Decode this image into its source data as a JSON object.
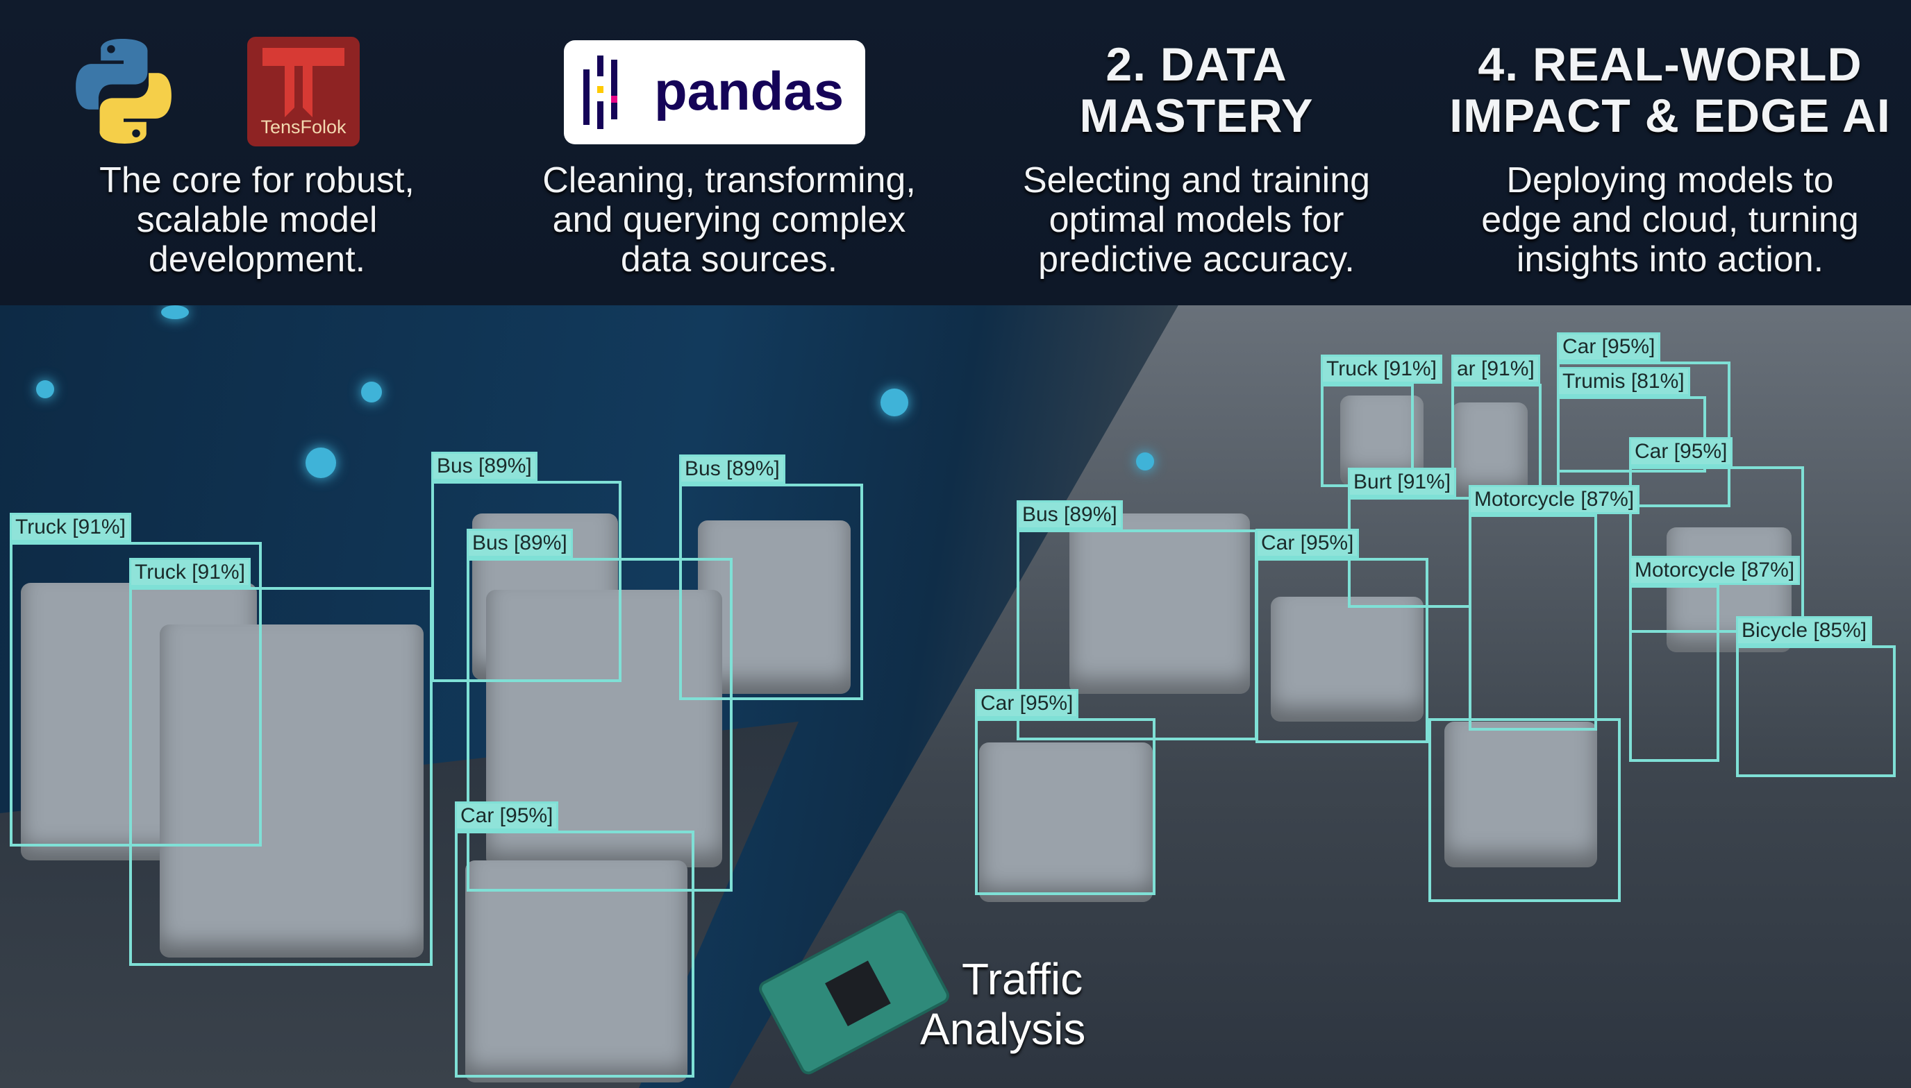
{
  "header": {
    "columns": [
      {
        "logos": [
          "python-logo",
          "tensorflow-logo"
        ],
        "logo_text": "TensFolok",
        "description": [
          "The core for robust,",
          "scalable model",
          "development."
        ]
      },
      {
        "logos": [
          "pandas-logo"
        ],
        "logo_text": "pandas",
        "description": [
          "Cleaning, transforming,",
          "and querying complex",
          "data sources."
        ]
      },
      {
        "title": [
          "2. DATA",
          "MASTERY"
        ],
        "description": [
          "Selecting and training",
          "optimal models for",
          "predictive accuracy."
        ]
      },
      {
        "title": [
          "4. REAL-WORLD",
          "IMPACT & EDGE AI"
        ],
        "description": [
          "Deploying models to",
          "edge and cloud, turning",
          "insights into action."
        ]
      }
    ]
  },
  "detections": [
    {
      "label": "Truck [91%]"
    },
    {
      "label": "Truck [91%]"
    },
    {
      "label": "Bus [89%]"
    },
    {
      "label": "Bus [89%]"
    },
    {
      "label": "Bus [89%]"
    },
    {
      "label": "Car [95%]"
    },
    {
      "label": "Bus [89%]"
    },
    {
      "label": "Car [95%]"
    },
    {
      "label": "Car [95%]"
    },
    {
      "label": "Truck [91%]"
    },
    {
      "label": "ar [91%]"
    },
    {
      "label": "Car [95%]"
    },
    {
      "label": "Trumis [81%]"
    },
    {
      "label": "Car [95%]"
    },
    {
      "label": "Burt [91%]"
    },
    {
      "label": "Motorcycle [87%]"
    },
    {
      "label": "Motorcycle [87%]"
    },
    {
      "label": "Bicycle [85%]"
    }
  ],
  "edge_device": {
    "title_line1": "Traffic",
    "title_line2": "Analysis"
  },
  "colors": {
    "background": "#0f1a2b",
    "detection": "#8fe3d9",
    "text": "#f2f4f6"
  }
}
